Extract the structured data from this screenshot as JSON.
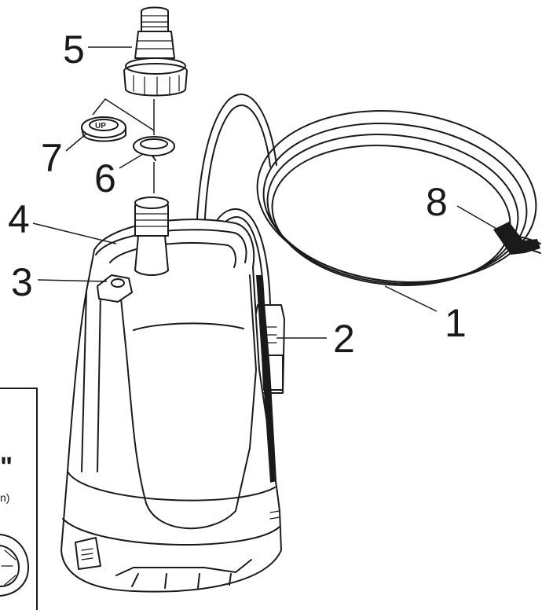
{
  "callouts": {
    "c1": "1",
    "c2": "2",
    "c3": "3",
    "c4": "4",
    "c5": "5",
    "c6": "6",
    "c7": "7",
    "c8": "8"
  },
  "cap_label": "UP",
  "inset": {
    "big_text": "\"",
    "small_text": "n)"
  }
}
